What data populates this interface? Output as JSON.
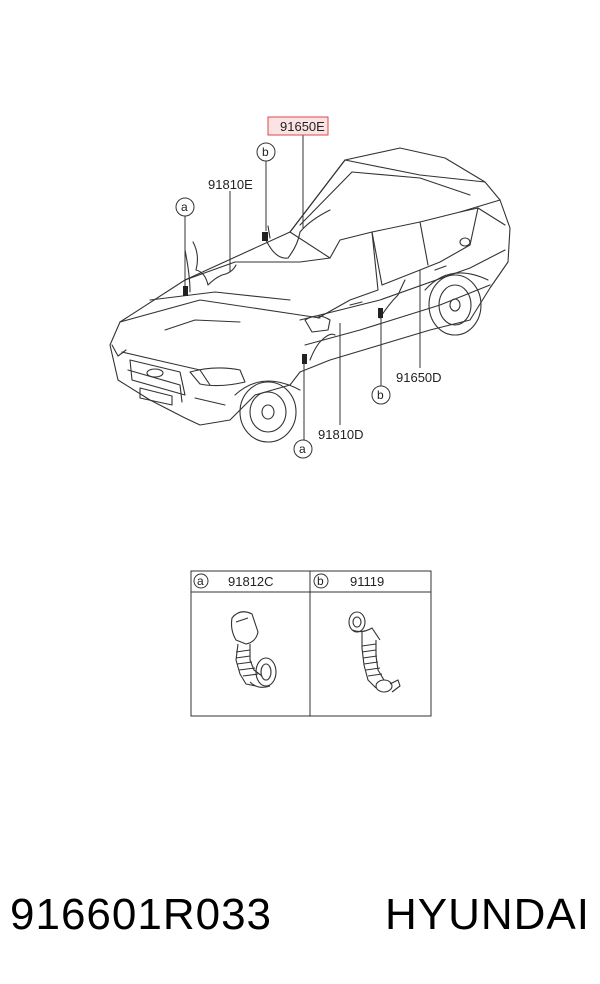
{
  "callouts": {
    "highlighted_part": "91650E",
    "roof_harness": "91810E",
    "door_harness": "91810D",
    "rear_door": "91650D",
    "marker_a": "a",
    "marker_b": "b"
  },
  "legend": {
    "cells": [
      {
        "marker": "a",
        "part": "91812C"
      },
      {
        "marker": "b",
        "part": "91119"
      }
    ]
  },
  "footer": {
    "part_number": "916601R033",
    "brand": "HYUNDAI"
  },
  "colors": {
    "line": "#333333",
    "highlight_fill": "#fbe3e3",
    "highlight_stroke": "#d94848"
  }
}
